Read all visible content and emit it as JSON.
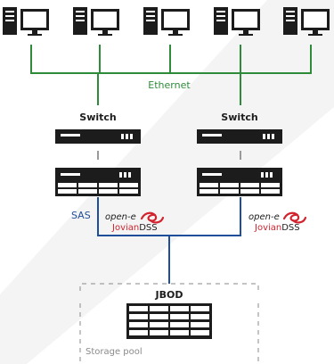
{
  "labels": {
    "ethernet": "Ethernet",
    "switch_left": "Switch",
    "switch_right": "Switch",
    "sas": "SAS",
    "brand_left_top": "open-e",
    "brand_left_bottom_a": "Jovian",
    "brand_left_bottom_b": "DSS",
    "brand_right_top": "open-e",
    "brand_right_bottom_a": "Jovian",
    "brand_right_bottom_b": "DSS",
    "jbod": "JBOD",
    "storage_pool": "Storage pool"
  },
  "colors": {
    "ethernet": "#2e8b3a",
    "sas": "#1f4e9a",
    "brand_red": "#d1242f",
    "device": "#1c1c1c",
    "dashed": "#8a8a8a",
    "background_diagonal": "#f2f2f2"
  },
  "icons": {
    "client": "desktop-computer-icon",
    "switch": "network-switch-icon",
    "server": "storage-server-icon",
    "jbod": "jbod-enclosure-icon",
    "brand": "open-e-logo"
  }
}
